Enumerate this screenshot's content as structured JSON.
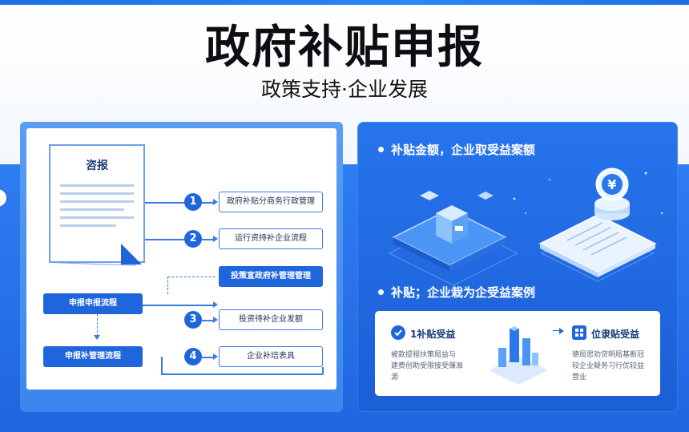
{
  "header": {
    "title": "政府补贴申报",
    "subtitle": "政策支持·企业发展"
  },
  "left_panel": {
    "document_title": "咨报",
    "steps": [
      {
        "number": "1",
        "label": "政府补贴分商务行政管理"
      },
      {
        "number": "2",
        "label": "运行资持补企业流程"
      },
      {
        "number": "",
        "label": "投策宣政府补管理管理"
      },
      {
        "number": "3",
        "label": "投资待补企业发额"
      },
      {
        "number": "4",
        "label": "企业补培表具"
      }
    ],
    "side_boxes": [
      "申报申报流程",
      "申报补管理流程"
    ]
  },
  "right_panel": {
    "heading_1": "补贴金额，企业取受益案额",
    "heading_2": "补贴；企业栽为企受益案例",
    "yen_symbol": "¥",
    "card": {
      "left_label": "1补贴受益",
      "left_text": [
        "被款提程扶策局益与",
        "建费创助受限接受赚准",
        "源"
      ],
      "right_label": "位隶贴受益",
      "right_text": [
        "德局思劝贷明局基断冠",
        "较企业疑务习行优较益",
        "营业"
      ]
    },
    "colors": {
      "accent": "#1f66dc",
      "panel": "#2674ec"
    }
  }
}
